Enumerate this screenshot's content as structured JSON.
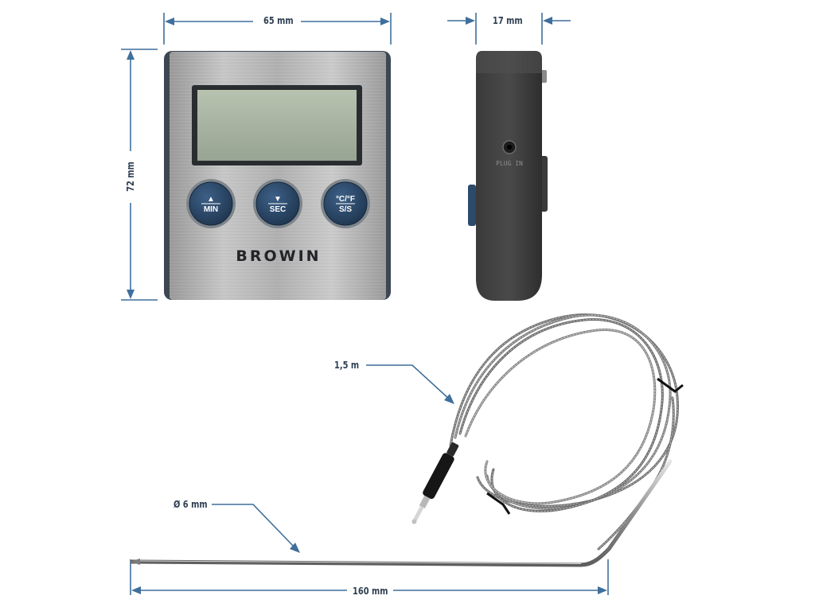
{
  "dimensions": {
    "width": "65 mm",
    "height": "72 mm",
    "depth": "17 mm",
    "cable": "1,5 m",
    "probe_diameter": "Ø 6 mm",
    "probe_length": "160 mm"
  },
  "device": {
    "brand": "BROWIN",
    "buttons": [
      {
        "top": "▲",
        "bottom": "MIN"
      },
      {
        "top": "▼",
        "bottom": "SEC"
      },
      {
        "top": "°C/°F",
        "bottom": "S/S"
      }
    ],
    "plug_label": "PLUG IN"
  },
  "colors": {
    "dimension_line": "#3f6f9c",
    "button_fill": "#2c4a6b",
    "lcd": "#a8b4a2",
    "steel": "#b6b6b6"
  }
}
